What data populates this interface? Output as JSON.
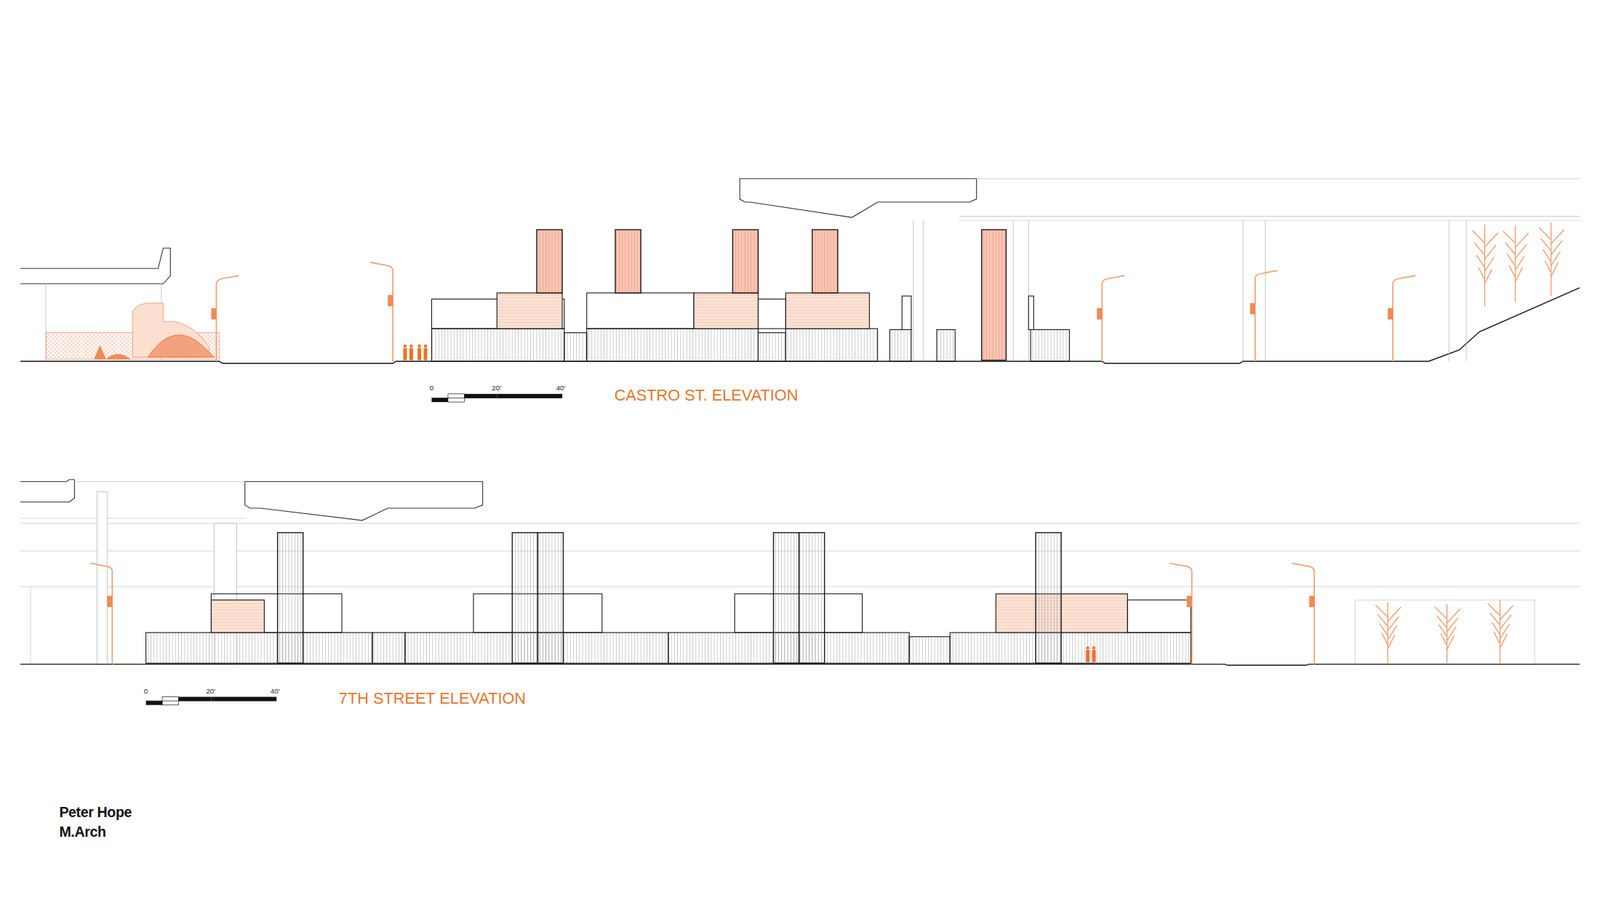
{
  "diagram": {
    "labels": [
      "0",
      "20'",
      "40'",
      "CASTRO ST. ELEVATION",
      "0",
      "20'",
      "40'",
      "7TH STREET ELEVATION",
      "Peter Hope",
      "M.Arch"
    ]
  }
}
